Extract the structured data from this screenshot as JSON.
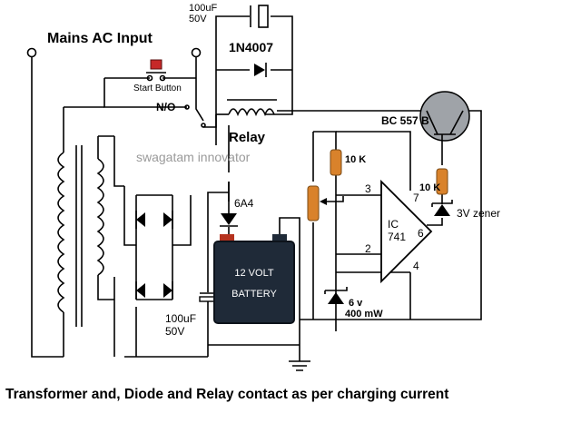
{
  "labels": {
    "cap_top_value": "100uF",
    "cap_top_voltage": "50V",
    "title": "Mains AC Input",
    "diode_top": "1N4007",
    "start_button": "Start Button",
    "no_contact": "N/O",
    "relay": "Relay",
    "transistor": "BC 557 B",
    "watermark": "swagatam innovator",
    "res_left": "10 K",
    "res_right": "10 K",
    "pin3": "3",
    "pin7": "7",
    "pin2": "2",
    "pin6": "6",
    "pin4": "4",
    "ic_line1": "IC",
    "ic_line2": "741",
    "zener_3v": "3V zener",
    "diode_6a4": "6A4",
    "battery_line1": "12 VOLT",
    "battery_line2": "BATTERY",
    "cap_bottom_value": "100uF",
    "cap_bottom_voltage": "50V",
    "zener_6v_line1": "6 v",
    "zener_6v_line2": "400 mW",
    "caption": "Transformer and, Diode and Relay contact as per charging current"
  },
  "colors": {
    "resistor": "#d9822b",
    "battery": "#1f2a38",
    "battery_terminal": "#b5321e",
    "transistor_body": "#9fa3a8"
  }
}
